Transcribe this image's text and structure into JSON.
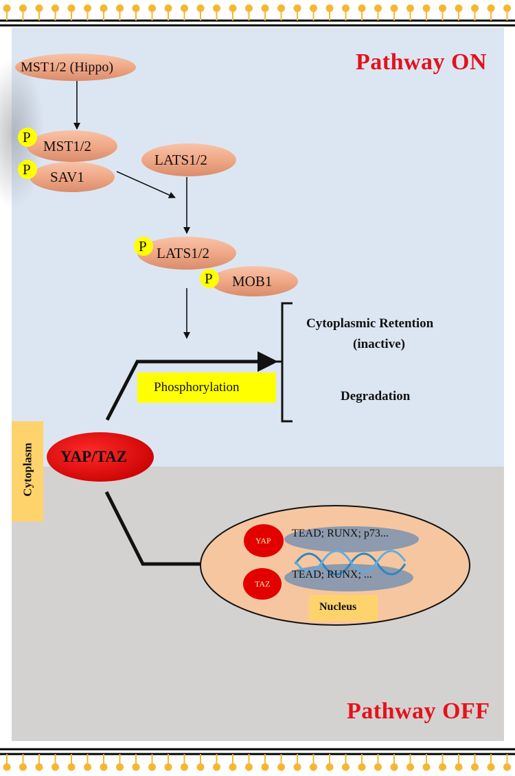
{
  "header": {
    "top_title": "Pathway  ON",
    "bottom_title": "Pathway  OFF"
  },
  "proteins": {
    "mst_hippo": "MST1/2 (Hippo)",
    "mst": "MST1/2",
    "sav": "SAV1",
    "lats_free": "LATS1/2",
    "lats_bound": "LATS1/2",
    "mob": "MOB1",
    "p": "P"
  },
  "labels": {
    "phosphorylation": "Phosphorylation",
    "retention_line1": "Cytoplasmic Retention",
    "retention_line2": "(inactive)",
    "degradation": "Degradation",
    "cytoplasm": "Cytoplasm",
    "yap_taz": "YAP/TAZ",
    "nucleus": "Nucleus"
  },
  "nucleus": {
    "yap": "YAP",
    "taz": "TAZ",
    "partners_top": "TEAD;  RUNX;  p73...",
    "partners_bottom": "TEAD;  RUNX;  ..."
  },
  "colors": {
    "on_bg": "#dce6f2",
    "off_bg": "#d4d1d1",
    "membrane_lipid": "#f5b731",
    "protein_fill": "#f0a887",
    "phospho_fill": "#ffff00",
    "label_box": "#ffff00",
    "orange_box": "#ffd36b",
    "yap_red": "#e20000",
    "nucleus_fill": "#f5c6a0",
    "tf_fill": "#8e9aad",
    "title_red": "#e3121b"
  }
}
